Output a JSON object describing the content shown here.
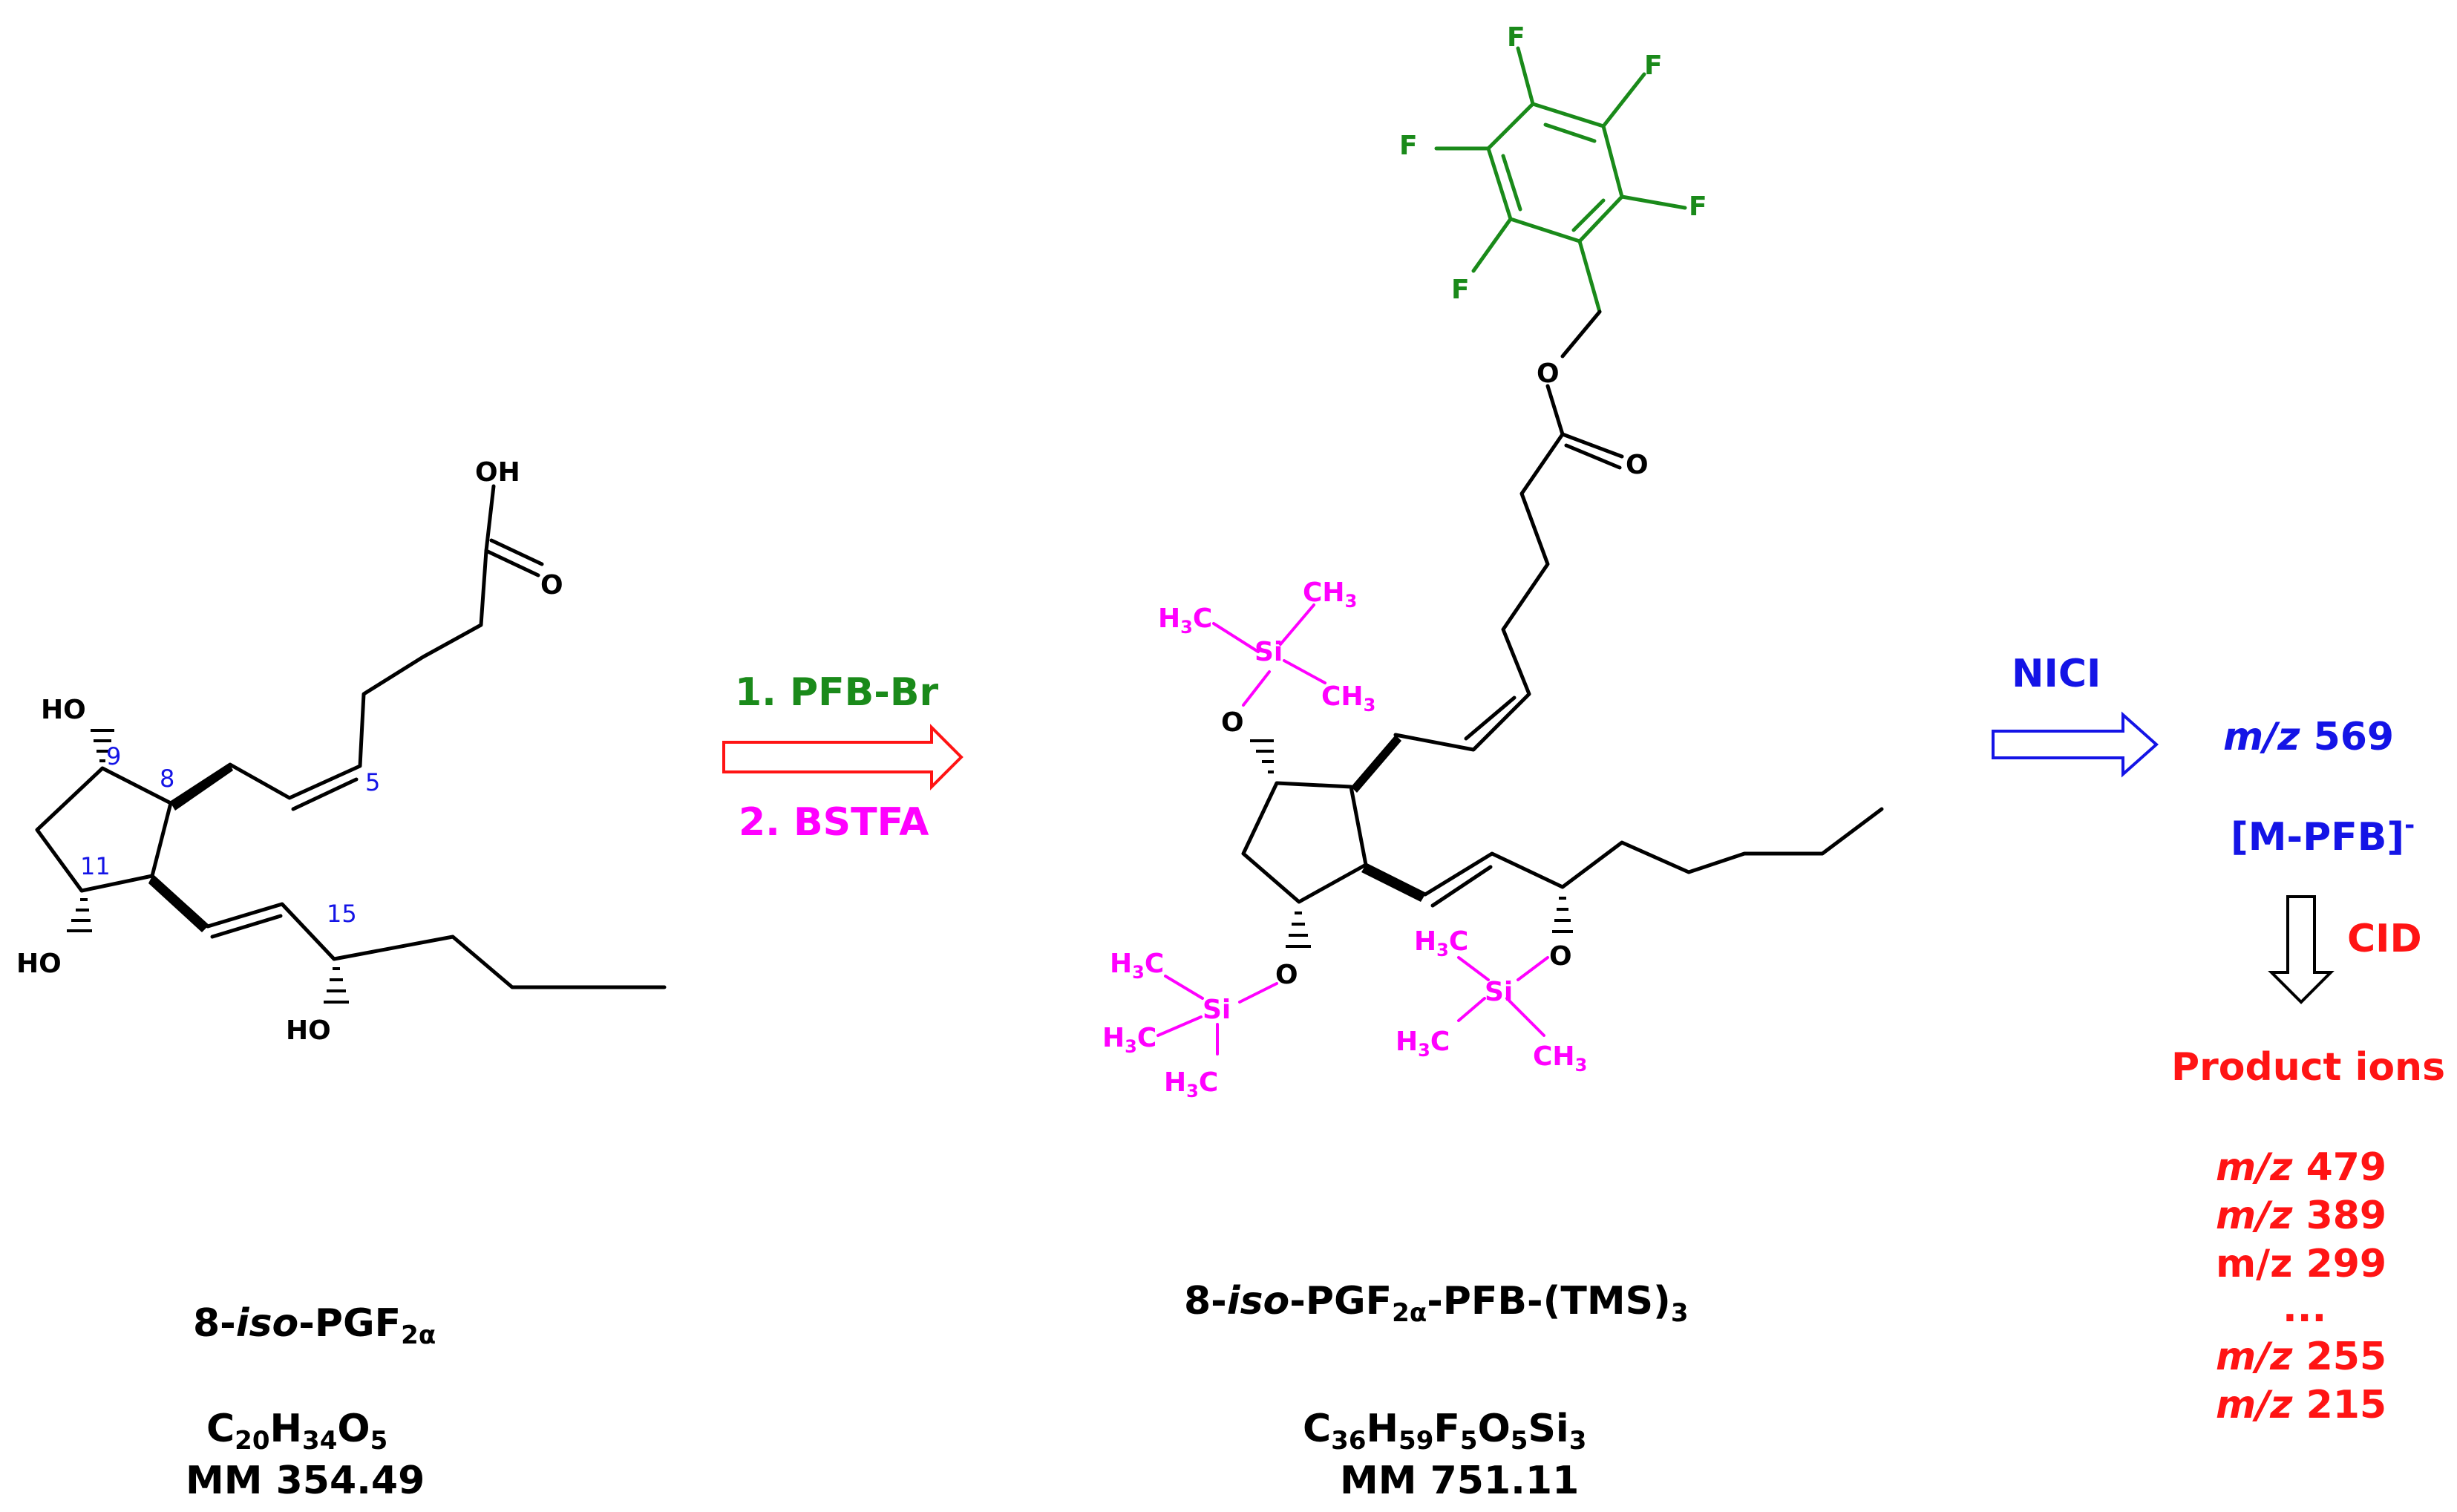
{
  "colors": {
    "black": "#000000",
    "blue": "#1414e6",
    "green": "#1a8a1a",
    "magenta": "#ff00ff",
    "red": "#ff1414"
  },
  "reactant": {
    "atoms": {
      "oh_acid": "OH",
      "o_carbonyl": "O",
      "ho_9": "HO",
      "ho_11": "HO",
      "ho_15": "HO"
    },
    "locants": {
      "c9": "9",
      "c8": "8",
      "c5": "5",
      "c11": "11",
      "c15": "15"
    },
    "name": {
      "prefix": "8-",
      "iso": "iso",
      "rest": "-PGF",
      "sub": "2α"
    },
    "formula": {
      "c": "C",
      "c_n": "20",
      "h": "H",
      "h_n": "34",
      "o": "O",
      "o_n": "5"
    },
    "mm": "MM 354.49"
  },
  "reaction": {
    "step1": "1. PFB-Br",
    "step2": "2. BSTFA"
  },
  "product": {
    "atoms": {
      "f1": "F",
      "f2": "F",
      "f3": "F",
      "f4": "F",
      "f5": "F",
      "o_ester": "O",
      "o_carbonyl": "O",
      "o_9": "O",
      "o_11": "O",
      "o_15": "O",
      "si": "Si",
      "h3c": "H",
      "h3c_sub": "3",
      "h3c_c": "C",
      "ch3_c": "CH",
      "ch3_sub": "3"
    },
    "name": {
      "prefix": "8-",
      "iso": "iso",
      "rest": "-PGF",
      "sub": "2α",
      "suffix": "-PFB-(TMS)",
      "suffix_sub": "3"
    },
    "formula": {
      "c": "C",
      "c_n": "36",
      "h": "H",
      "h_n": "59",
      "f": "F",
      "f_n": "5",
      "o": "O",
      "o_n": "5",
      "si": "Si",
      "si_n": "3"
    },
    "mm": "MM 751.11"
  },
  "ms": {
    "ionization": "NICI",
    "precursor": {
      "mz": "m/z",
      "value": "569"
    },
    "ion": "[M-PFB]",
    "ion_charge": "-",
    "cid": "CID",
    "product_ions_title": "Product ions",
    "product_ions": [
      {
        "mz": "m/z",
        "value": "479",
        "italic": true
      },
      {
        "mz": "m/z",
        "value": "389",
        "italic": true
      },
      {
        "mz": "m/z",
        "value": "299",
        "italic": false
      },
      {
        "mz": "",
        "value": "...",
        "italic": false
      },
      {
        "mz": "m/z",
        "value": "255",
        "italic": true
      },
      {
        "mz": "m/z",
        "value": "215",
        "italic": true
      }
    ]
  }
}
